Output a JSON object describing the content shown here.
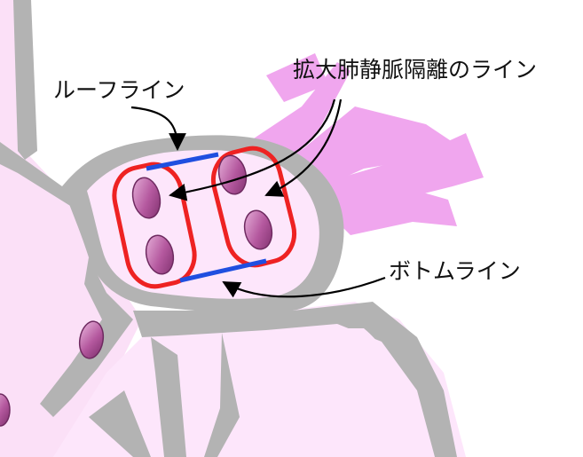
{
  "labels": {
    "roof_line": "ルーフライン",
    "pv_isolation_line": "拡大肺静脈隔離のライン",
    "bottom_line": "ボトムライン"
  },
  "colors": {
    "background": "#ffffff",
    "heart_fill": "#fde6fb",
    "heart_fill_dark": "#f6c9f1",
    "vessel_pink": "#f0a6ee",
    "wall_gray": "#b3b3b3",
    "pv_oval": "#b4589e",
    "isolation_line_red": "#ee2222",
    "roof_bottom_line_blue": "#1f4fe0",
    "arrow": "#000000",
    "text": "#111111"
  },
  "icons": {
    "pulmonary_vein_ostium": "ellipse",
    "arrow": "curved-arrow"
  }
}
